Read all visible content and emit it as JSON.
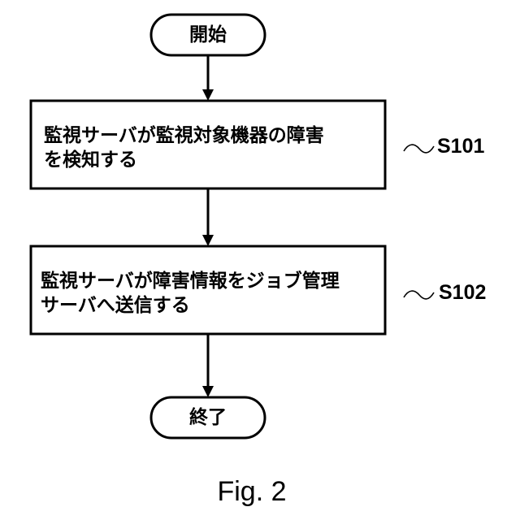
{
  "flowchart": {
    "start_label": "開始",
    "steps": [
      {
        "id": "S101",
        "lines": [
          "監視サーバが監視対象機器の障害",
          "を検知する"
        ]
      },
      {
        "id": "S102",
        "lines": [
          "監視サーバが障害情報をジョブ管理",
          "サーバへ送信する"
        ]
      }
    ],
    "end_label": "終了"
  },
  "caption": "Fig. 2"
}
